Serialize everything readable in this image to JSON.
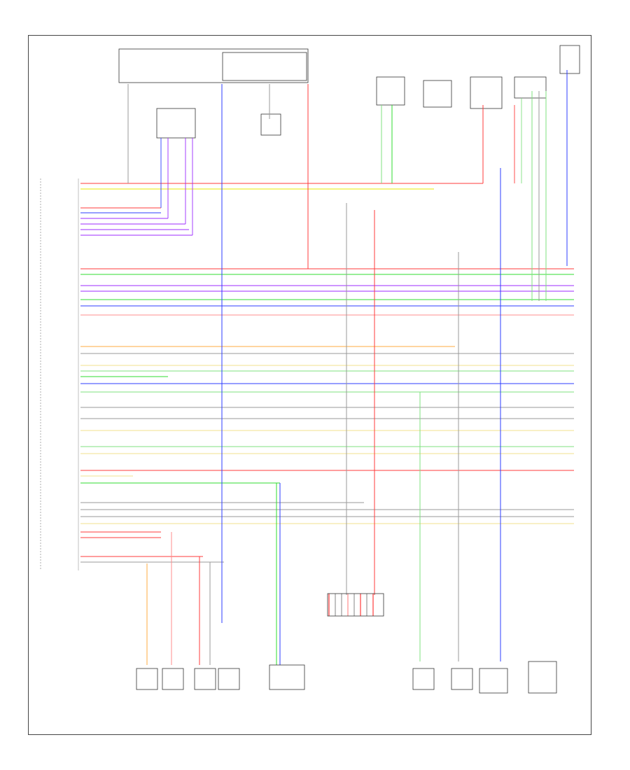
{
  "diagram": {
    "footer_code": "",
    "ecm_label": [],
    "colors": {
      "red": "#ff3b3b",
      "yellow": "#e8e800",
      "blue": "#2c3cff",
      "violet": "#9c2bff",
      "green": "#2fdc2f",
      "lightgreen": "#7fe07f",
      "gray": "#9a9a9a",
      "orange": "#ffab40",
      "pink": "#ff8c8c",
      "pale": "#f0e28c"
    },
    "wires": [
      {
        "color": "red",
        "label": ""
      },
      {
        "color": "yellow",
        "label": ""
      },
      {
        "color": "blue",
        "label": ""
      },
      {
        "color": "violet",
        "label": ""
      },
      {
        "color": "green",
        "label": ""
      },
      {
        "color": "gray",
        "label": ""
      }
    ],
    "components": [
      {
        "id": "top-relay-box",
        "label": ""
      },
      {
        "id": "top-connector-1",
        "label": ""
      },
      {
        "id": "top-connector-2",
        "label": ""
      },
      {
        "id": "top-connector-3",
        "label": ""
      },
      {
        "id": "top-connector-4",
        "label": ""
      },
      {
        "id": "top-connector-5",
        "label": ""
      },
      {
        "id": "bottom-sensor-1",
        "label": ""
      },
      {
        "id": "bottom-sensor-2",
        "label": ""
      },
      {
        "id": "bottom-sensor-3",
        "label": ""
      },
      {
        "id": "bottom-sensor-4",
        "label": ""
      },
      {
        "id": "bottom-sensor-5",
        "label": ""
      },
      {
        "id": "bottom-sensor-6",
        "label": ""
      },
      {
        "id": "bottom-sensor-7",
        "label": ""
      },
      {
        "id": "bottom-sensor-8",
        "label": ""
      },
      {
        "id": "bottom-sensor-9",
        "label": ""
      }
    ]
  }
}
